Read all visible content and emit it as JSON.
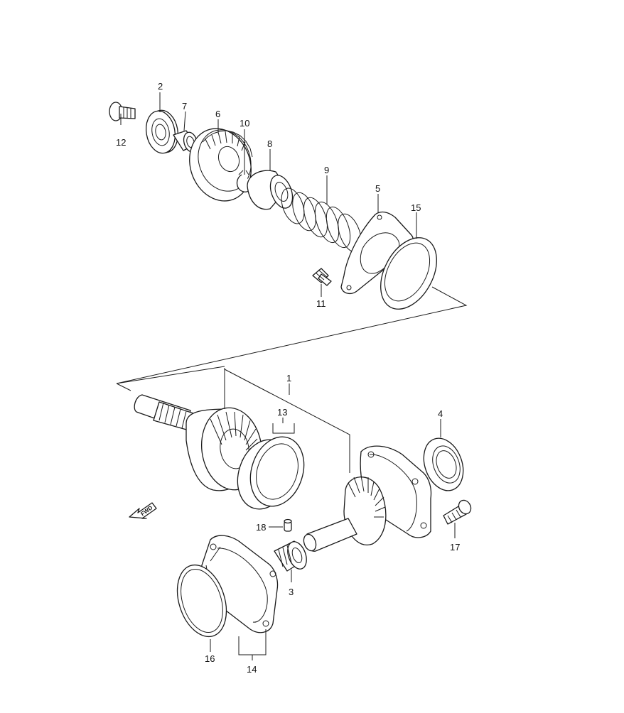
{
  "callouts": {
    "c1": "1",
    "c2": "2",
    "c3": "3",
    "c4": "4",
    "c5": "5",
    "c6": "6",
    "c7": "7",
    "c8": "8",
    "c9": "9",
    "c10": "10",
    "c11": "11",
    "c12": "12",
    "c13": "13",
    "c14": "14",
    "c15": "15",
    "c16": "16",
    "c17": "17",
    "c18": "18"
  },
  "direction_marker": {
    "label": "FWD",
    "icon": "arrow-left-down-icon"
  },
  "colors": {
    "line": "#1a1a1a",
    "background": "#ffffff"
  }
}
